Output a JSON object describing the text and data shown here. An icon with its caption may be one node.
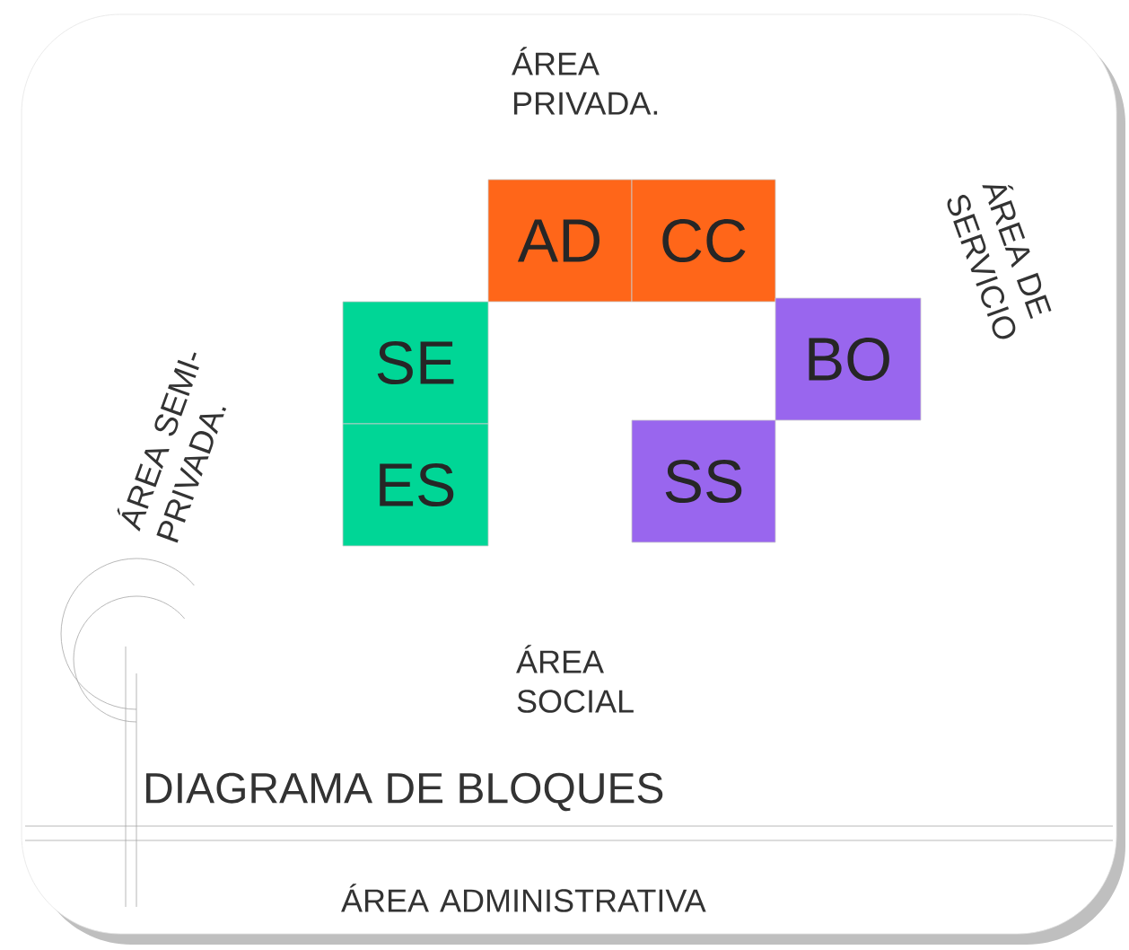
{
  "diagram": {
    "title": "DIAGRAMA DE BLOQUES",
    "nodes": [
      {
        "text": [
          "AD"
        ]
      },
      {
        "text": [
          "CC"
        ]
      },
      {
        "text": [
          "SE"
        ]
      },
      {
        "text": [
          "BO"
        ]
      },
      {
        "text": [
          "ES"
        ]
      },
      {
        "text": [
          "SS"
        ]
      }
    ],
    "labels": [
      "ÁREA PRIVADA.",
      "ÁREA SEMI-PRIVADA.",
      "ÁREA DE SERVICIO",
      "ÁREA SOCIAL",
      "ÁREA ADMINISTRATIVA"
    ]
  }
}
